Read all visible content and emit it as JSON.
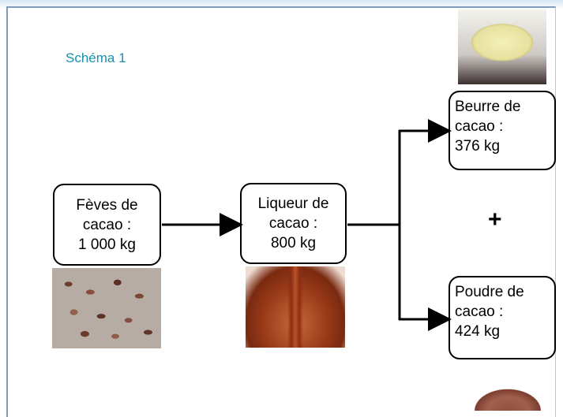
{
  "title": "Schéma 1",
  "nodes": {
    "feves": {
      "line1": "Fèves de",
      "line2": "cacao :",
      "line3": "1 000 kg"
    },
    "liqueur": {
      "line1": "Liqueur de",
      "line2": "cacao :",
      "line3": "800 kg"
    },
    "beurre": {
      "line1": "Beurre de",
      "line2": "cacao :",
      "line3": "376 kg"
    },
    "poudre": {
      "line1": "Poudre de",
      "line2": "cacao :",
      "line3": "424 kg"
    }
  },
  "operator": "+",
  "images": [
    "cocoa-beans-photo",
    "cocoa-liquor-photo",
    "cocoa-butter-photo",
    "cocoa-powder-photo"
  ],
  "colors": {
    "title": "#1a8fb0",
    "border": "#000000"
  }
}
